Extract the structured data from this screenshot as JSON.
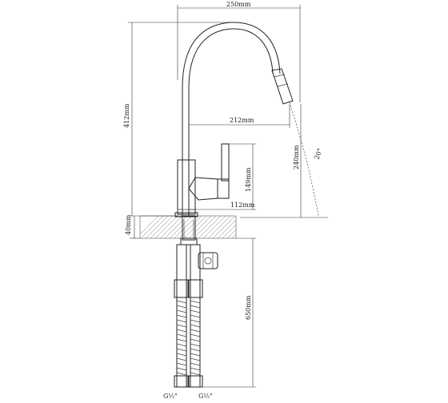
{
  "dimensions": {
    "width_top": "250mm",
    "height_total": "412mm",
    "reach": "212mm",
    "spout_height": "240mm",
    "swivel_angle": "20°",
    "handle_height": "149mm",
    "handle_reach": "112mm",
    "deck_thickness": "40mm",
    "hose_length": "650mm"
  },
  "connections": {
    "left": "G½\"",
    "right": "G½\""
  }
}
